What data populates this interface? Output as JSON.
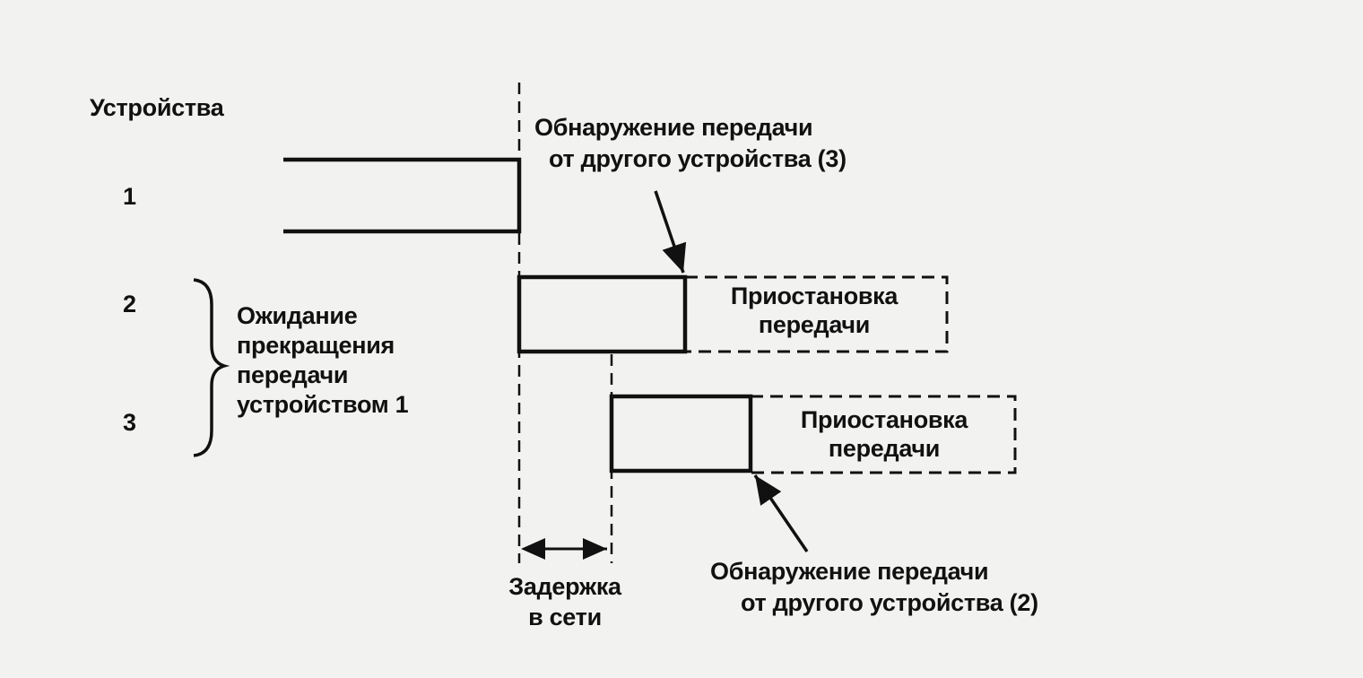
{
  "header": {
    "devices_label": "Устройства"
  },
  "devices": [
    {
      "number": "1"
    },
    {
      "number": "2"
    },
    {
      "number": "3"
    }
  ],
  "wait_note": {
    "line1": "Ожидание",
    "line2": "прекращения",
    "line3": "передачи",
    "line4": "устройством 1"
  },
  "detect_top": {
    "line1": "Обнаружение передачи",
    "line2": "от другого устройства  (3)"
  },
  "suspend_2": {
    "line1": "Приостановка",
    "line2": "передачи"
  },
  "suspend_3": {
    "line1": "Приостановка",
    "line2": "передачи"
  },
  "delay": {
    "line1": "Задержка",
    "line2": "в сети"
  },
  "detect_bottom": {
    "line1": "Обнаружение передачи",
    "line2": "от другого устройства  (2)"
  }
}
